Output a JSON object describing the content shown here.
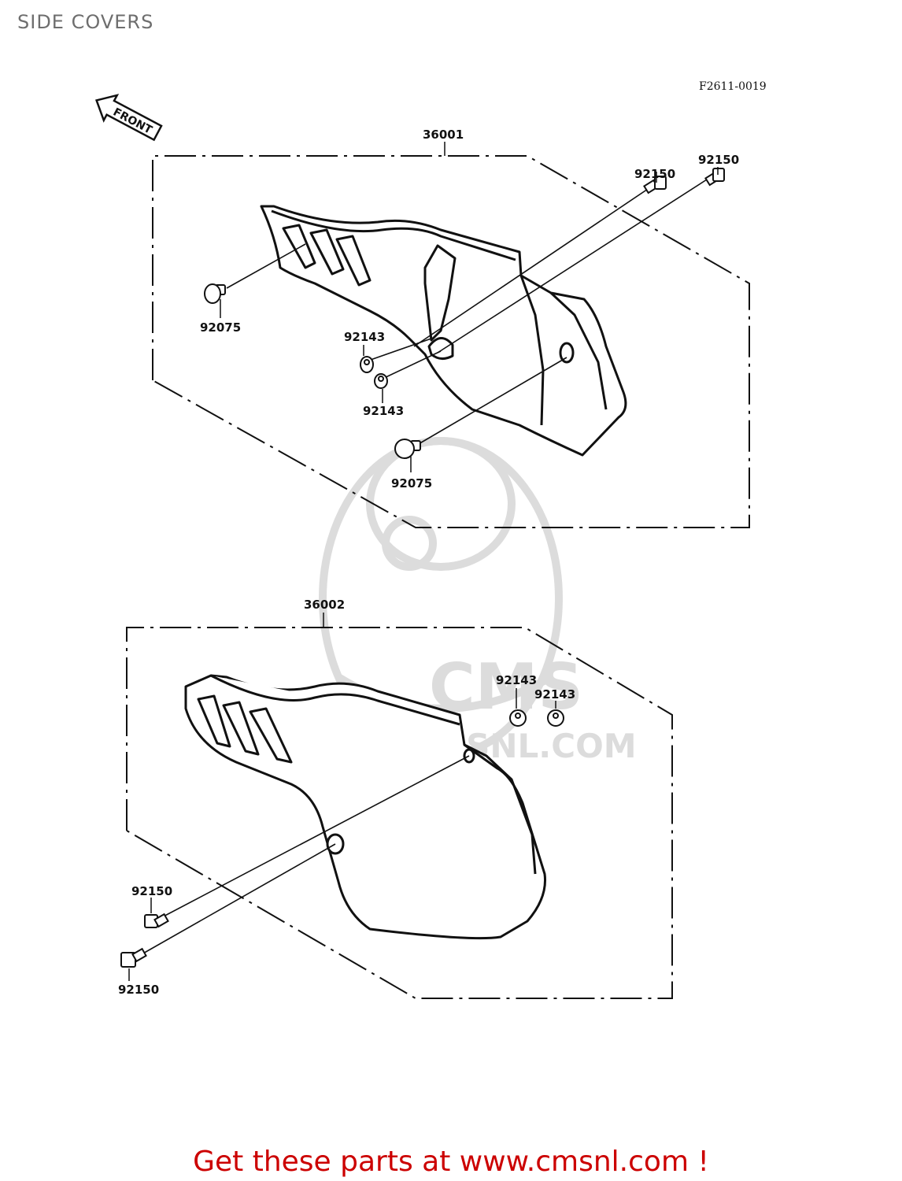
{
  "page": {
    "title": "SIDE COVERS",
    "figure_code": "F2611-0019",
    "footer_cta": "Get these parts at www.cmsnl.com !",
    "cta_color": "#cc0000"
  },
  "arrow": {
    "text": "FRONT"
  },
  "watermark": {
    "brand": "CMS",
    "url": "WWW.CMSNL.COM",
    "color": "#dcdcdc"
  },
  "callouts": {
    "upper_cover": "36001",
    "lower_cover": "36002",
    "bolt_upper_a": "92150",
    "bolt_upper_b": "92150",
    "grommet_upper_left": "92075",
    "grommet_upper_right": "92075",
    "damper_upper_a": "92143",
    "damper_upper_b": "92143",
    "damper_lower_a": "92143",
    "damper_lower_b": "92143",
    "bolt_lower_a": "92150",
    "bolt_lower_b": "92150"
  }
}
